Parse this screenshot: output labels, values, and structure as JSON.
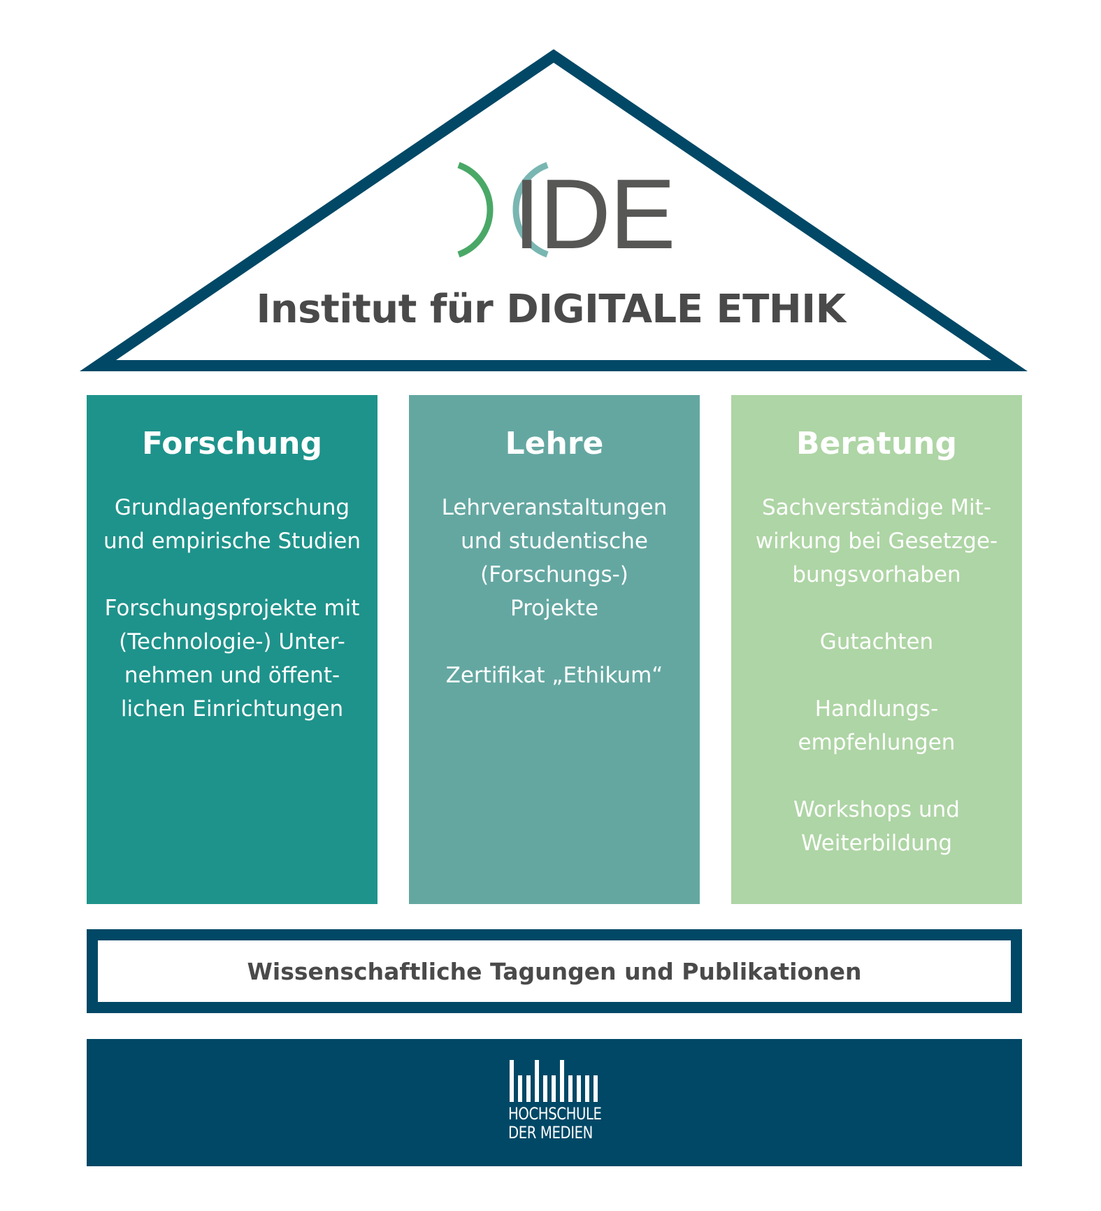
{
  "colors": {
    "dark_blue": "#004866",
    "teal": "#1e938b",
    "teal_light": "#64a7a1",
    "green_light": "#aed5a5",
    "text_gray": "#4a4a4a",
    "logo_green": "#4aa867",
    "logo_teal": "#79b6b2",
    "logo_gray": "#575756"
  },
  "logo": {
    "text": "IDE",
    "icon": "double-arc-icon"
  },
  "institute_title": "Institut für DIGITALE ETHIK",
  "pillars": [
    {
      "title": "Forschung",
      "color": "#1e938b",
      "items": [
        "Grundlagenforschung\nund empirische Studien",
        "Forschungsprojekte mit\n(Technologie-) Unter-\nnehmen und öffent-\nlichen Einrichtungen"
      ]
    },
    {
      "title": "Lehre",
      "color": "#64a7a1",
      "items": [
        "Lehrveranstaltungen\nund studentische\n(Forschungs-)\nProjekte",
        "Zertifikat „Ethikum“"
      ]
    },
    {
      "title": "Beratung",
      "color": "#aed5a5",
      "items": [
        "Sachverständige Mit-\nwirkung bei Gesetzge-\nbungsvorhaben",
        "Gutachten",
        "Handlungs-\nempfehlungen",
        "Workshops und\nWeiterbildung"
      ]
    }
  ],
  "banner": {
    "text": "Wissenschaftliche Tagungen und Publikationen"
  },
  "footer_logo": {
    "line1": "HOCHSCHULE",
    "line2": "DER MEDIEN",
    "icon": "hdm-bars-icon"
  }
}
